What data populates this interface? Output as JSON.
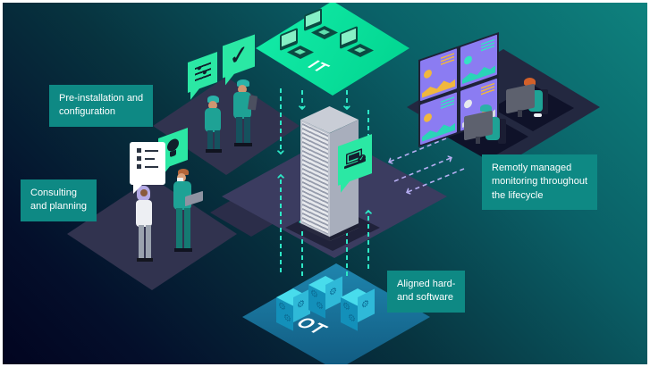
{
  "frame": {
    "border_color": "#ffffff"
  },
  "background": {
    "top_right_color": "#0e827e",
    "bottom_left_color": "#020420"
  },
  "colors": {
    "label_bg": "#0e8984",
    "it_platform": "#00df99",
    "ot_platform": "#1b7aa6",
    "dark_platform": "#31334f",
    "flow_arrow": "#2de8c6",
    "exchange_arrow": "#b6aef2",
    "icon_tile": "#2be8a4",
    "dashboard_screen": "#8b7cf2"
  },
  "labels": {
    "pre_installation": "Pre-installation and\nconfiguration",
    "consulting": "Consulting\nand planning",
    "remote_monitoring": "Remotly managed\nmonitoring throughout\nthe lifecycle",
    "aligned_hw_sw": "Aligned hard-\nand software"
  },
  "platforms": {
    "it": {
      "label": "IT"
    },
    "ot": {
      "label": "OT"
    }
  },
  "icons": {
    "checkmark": "✓",
    "sliders": "slider-lines",
    "lightbulb": "bulb-shape",
    "checklist_bubble": "checklist-rows",
    "laptop_check": "laptop-with-check",
    "gear": "⚙",
    "laptop": "laptop-shape"
  }
}
